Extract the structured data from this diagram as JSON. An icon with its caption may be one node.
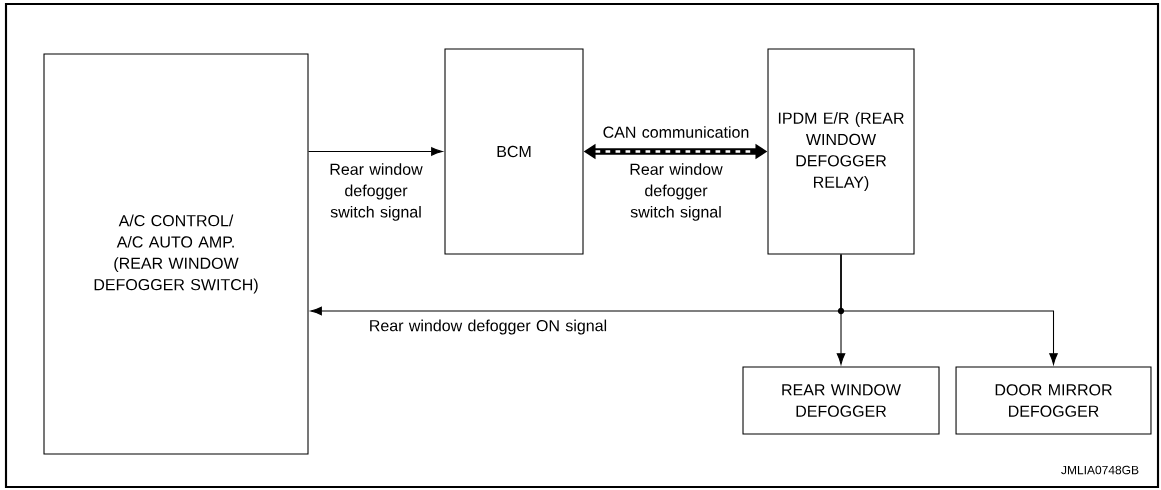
{
  "diagram": {
    "nodes": [
      {
        "text": [
          "A/C CONTROL/ A/C AUTO AMP. (REAR WINDOW DEFOGGER SWITCH)"
        ]
      },
      {
        "text": [
          "BCM"
        ]
      },
      {
        "text": [
          "IPDM E/R (REAR WINDOW DEFOGGER RELAY)"
        ]
      },
      {
        "text": [
          "REAR WINDOW DEFOGGER"
        ]
      },
      {
        "text": [
          "DOOR MIRROR DEFOGGER"
        ]
      }
    ],
    "edges": [
      {
        "from": 0,
        "to": 1,
        "arrow": "to",
        "label": "Rear window defogger switch signal"
      },
      {
        "from": 1,
        "to": 2,
        "arrow": "both",
        "style": "thick",
        "label": "CAN communication"
      },
      {
        "from": 2,
        "to": 0,
        "arrow": "to",
        "label": "Rear window defogger ON signal"
      },
      {
        "from": 2,
        "to": 3,
        "arrow": "to"
      },
      {
        "from": 2,
        "to": 4,
        "arrow": "to"
      }
    ],
    "labels": [
      "Rear window defogger switch signal",
      "JMLIA0748GB"
    ]
  }
}
